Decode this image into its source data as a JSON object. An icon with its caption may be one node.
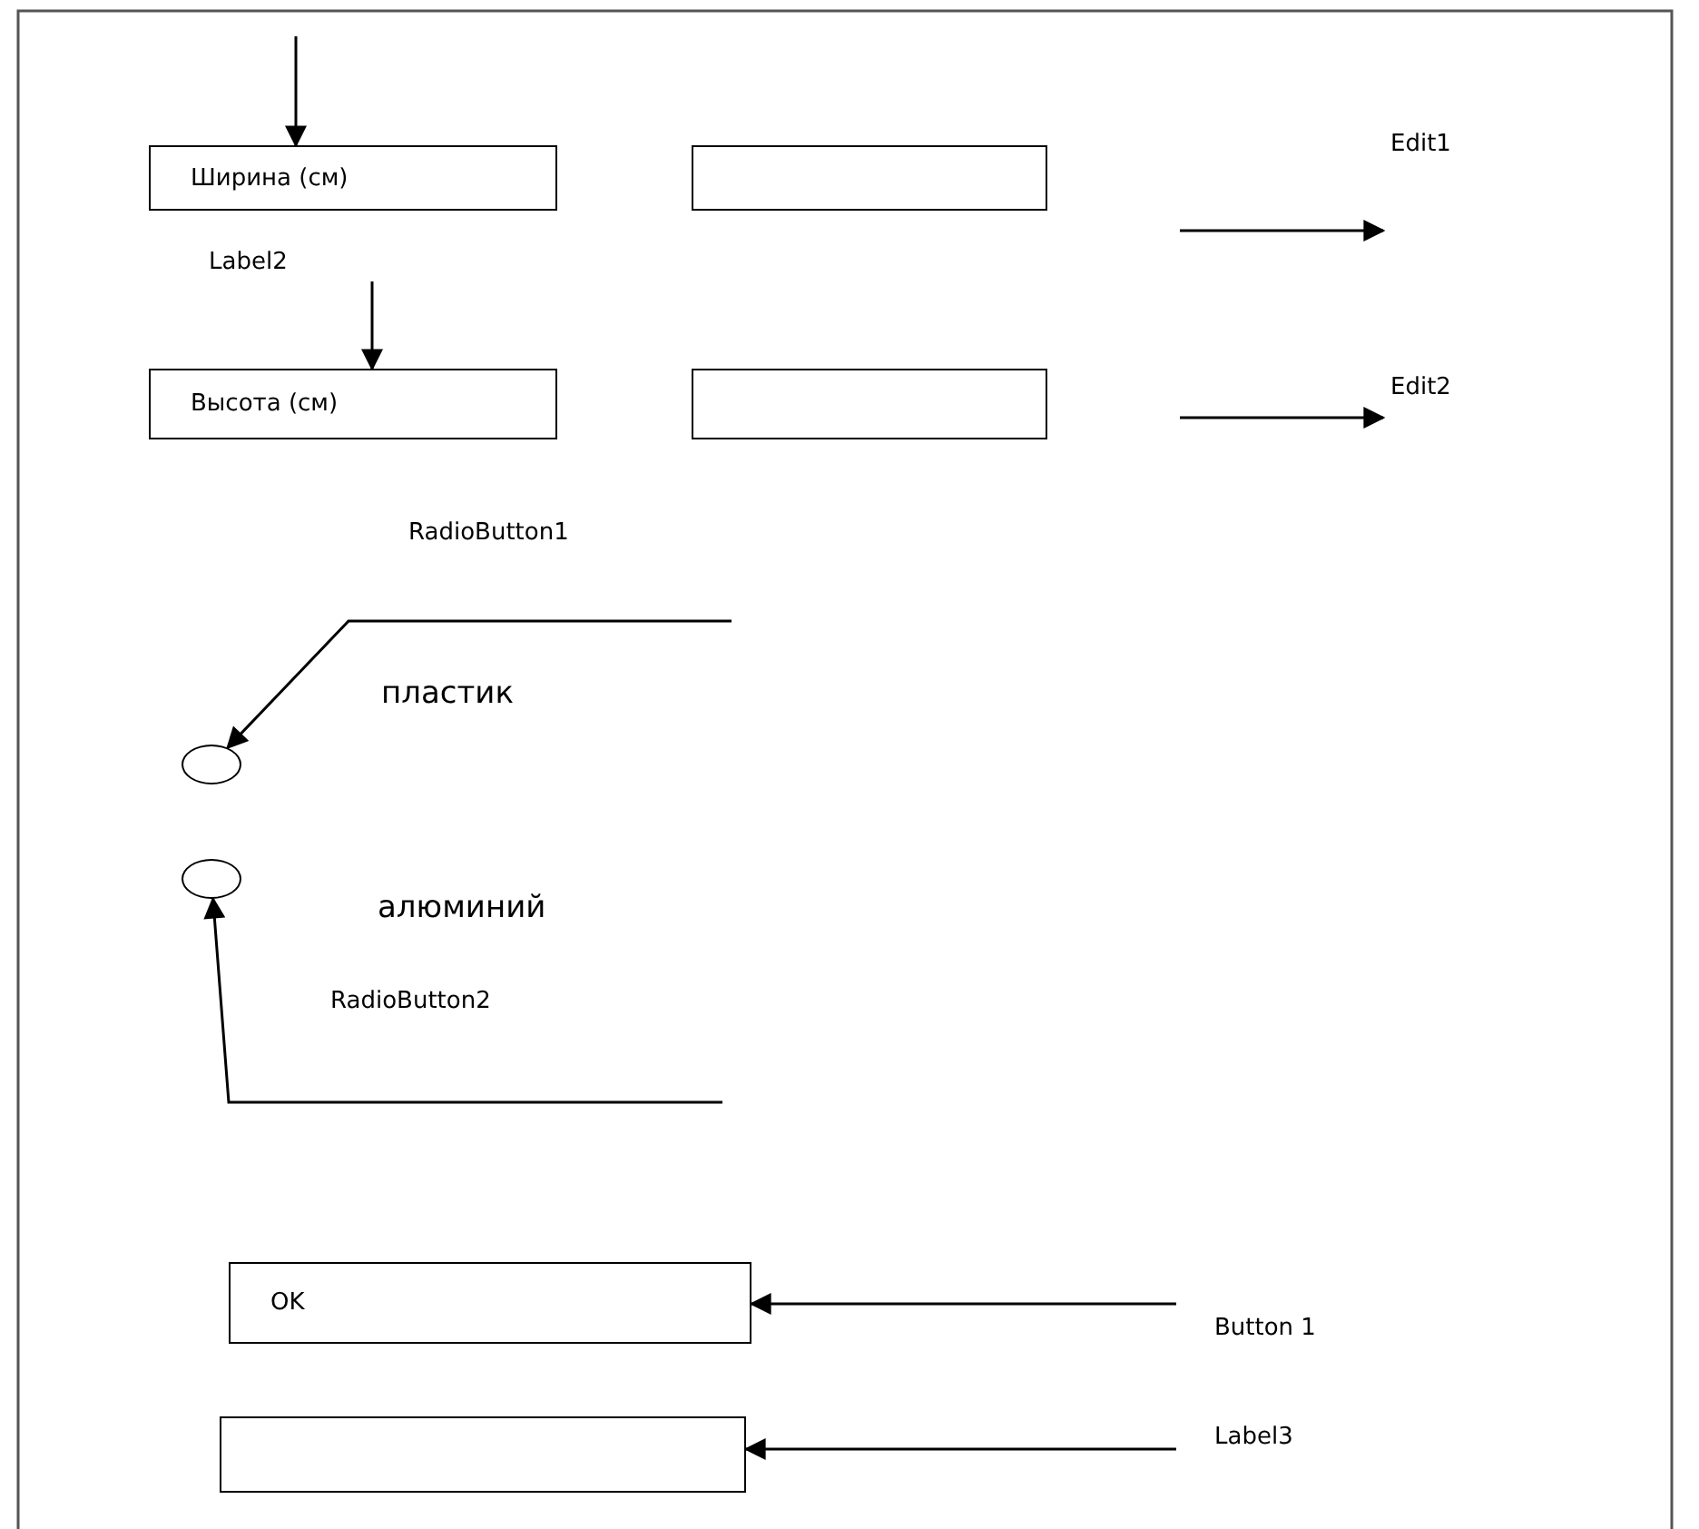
{
  "diagram": {
    "nodes": [
      {
        "text": [
          "Ширина (см)"
        ]
      },
      {
        "text": [],
        "shape": "box"
      },
      {
        "text": [
          "Edit1"
        ]
      },
      {
        "text": [
          "Label2"
        ]
      },
      {
        "text": [
          "Высота (см)"
        ]
      },
      {
        "text": [],
        "shape": "box"
      },
      {
        "text": [
          "Edit2"
        ]
      },
      {
        "text": [
          "RadioButton1"
        ]
      },
      {
        "text": [
          "пластик"
        ]
      },
      {
        "text": [],
        "shape": "circle"
      },
      {
        "text": [],
        "shape": "circle"
      },
      {
        "text": [
          "алюминий"
        ]
      },
      {
        "text": [
          "RadioButton2"
        ]
      },
      {
        "text": [
          "OK"
        ]
      },
      {
        "text": [
          "Button 1"
        ]
      },
      {
        "text": [],
        "shape": "box"
      },
      {
        "text": [
          "Label3"
        ]
      }
    ],
    "edges": [
      {
        "from": null,
        "to": 0,
        "arrow": "to"
      },
      {
        "from": null,
        "to": 2,
        "arrow": "to"
      },
      {
        "from": 3,
        "to": 4,
        "arrow": "to"
      },
      {
        "from": null,
        "to": 6,
        "arrow": "to"
      },
      {
        "from": null,
        "to": 9,
        "arrow": "to"
      },
      {
        "from": null,
        "to": 10,
        "arrow": "to"
      },
      {
        "from": null,
        "to": 13,
        "arrow": "to"
      },
      {
        "from": null,
        "to": 15,
        "arrow": "to"
      }
    ]
  }
}
